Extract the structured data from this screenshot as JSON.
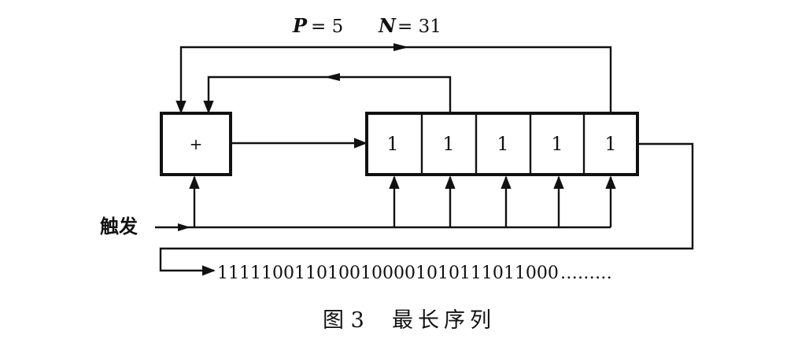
{
  "params": {
    "p_symbol": "P",
    "p_eq": "= 5",
    "n_symbol": "N",
    "n_eq": "= 31"
  },
  "adder": {
    "label": "+"
  },
  "register": {
    "cells": [
      "1",
      "1",
      "1",
      "1",
      "1"
    ]
  },
  "trigger": {
    "label": "触发"
  },
  "output": {
    "sequence": "1111100110100100001010111011000",
    "ellipsis": "………"
  },
  "caption": {
    "number": "图 3",
    "title": "最长序列"
  }
}
